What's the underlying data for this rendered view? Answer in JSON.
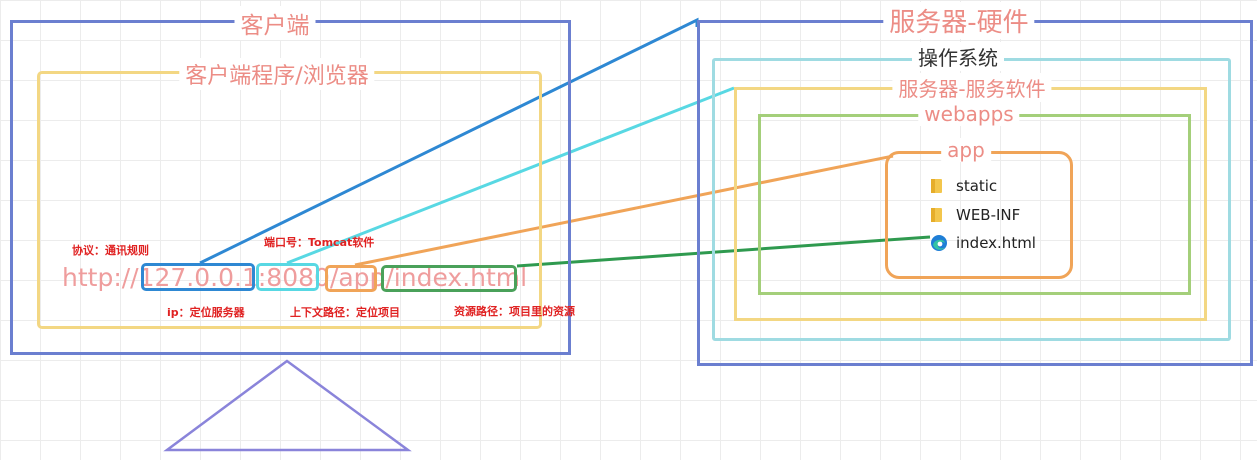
{
  "client": {
    "title": "客户端",
    "browser_title": "客户端程序/浏览器",
    "url": "http://127.0.0.1:8080/app/index.html",
    "annotations": {
      "protocol": "协议：通讯规则",
      "port": "端口号：Tomcat软件",
      "ip": "ip：定位服务器",
      "context_path": "上下文路径：定位项目",
      "resource_path": "资源路径：项目里的资源"
    }
  },
  "server": {
    "title": "服务器-硬件",
    "os_title": "操作系统",
    "software_title": "服务器-服务软件",
    "webapps_title": "webapps",
    "app_title": "app",
    "files": [
      {
        "name": "static",
        "icon": "folder-icon"
      },
      {
        "name": "WEB-INF",
        "icon": "folder-icon"
      },
      {
        "name": "index.html",
        "icon": "edge-icon"
      }
    ]
  },
  "colors": {
    "outer_frame": "#6b7fd0",
    "browser_frame": "#f3d783",
    "os_frame": "#9fdbe2",
    "webapps_frame": "#a4cf7a",
    "app_frame": "#f0a458",
    "ip_line": "#2e88d3",
    "port_line": "#58d8e3",
    "context_line": "#f0a458",
    "resource_line": "#4aa15a",
    "title_text": "#ec8d86",
    "annotation_text": "#e02222"
  }
}
